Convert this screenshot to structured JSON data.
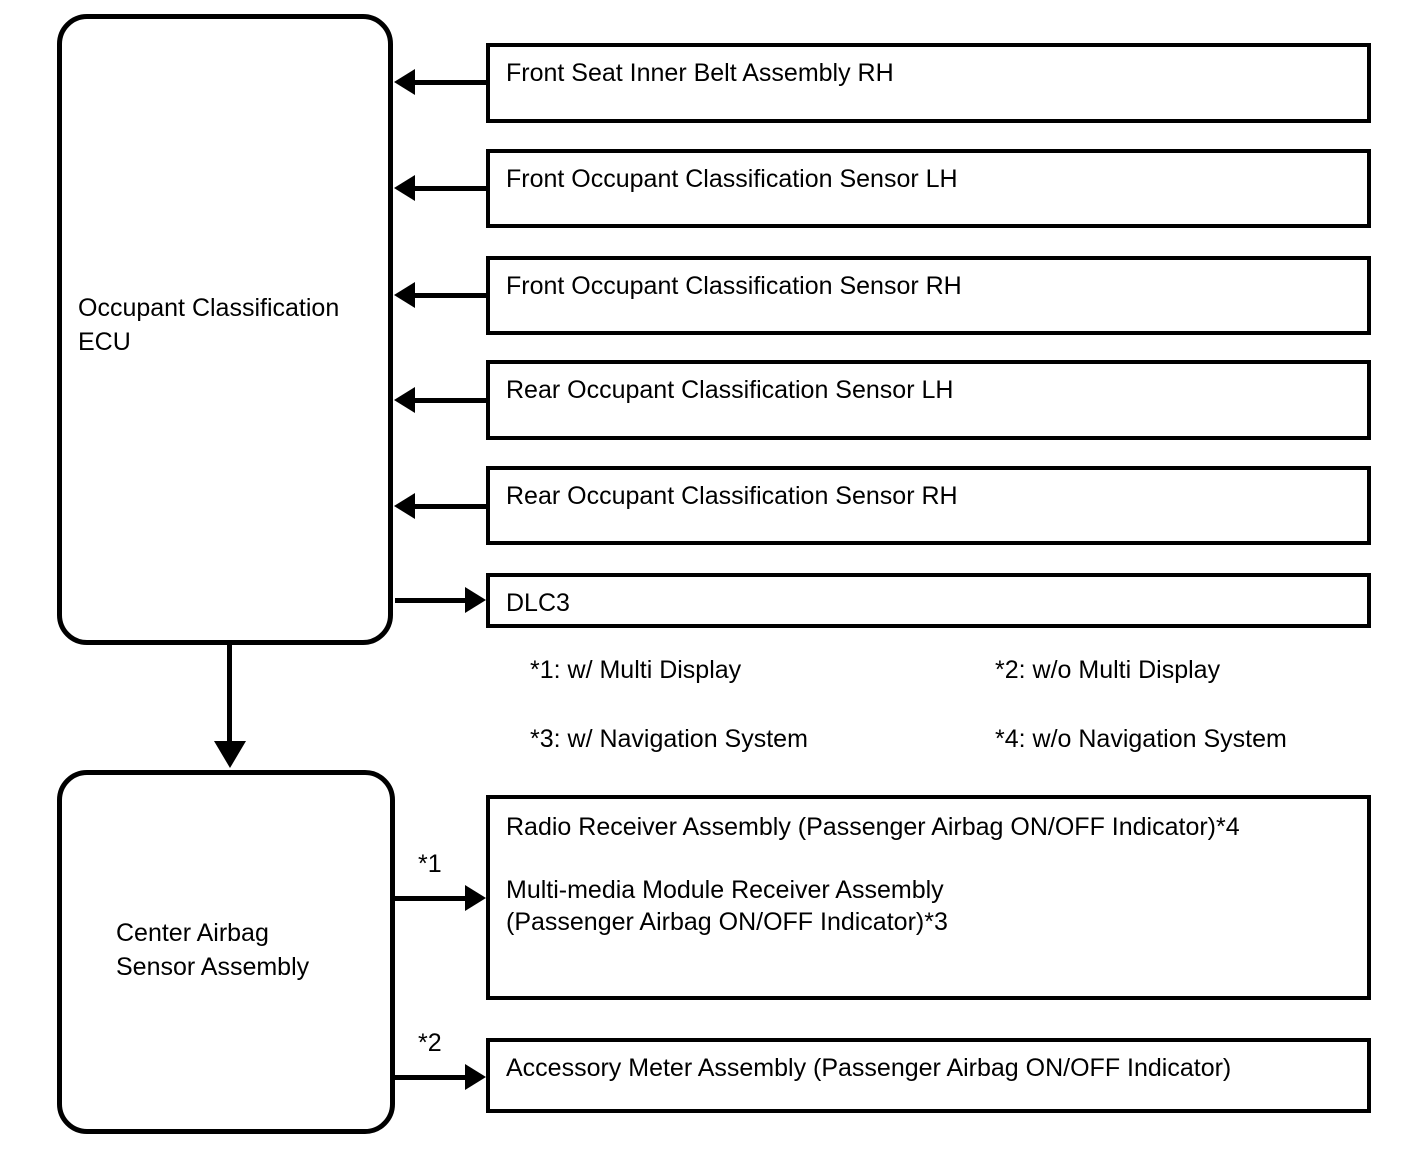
{
  "diagram": {
    "colors": {
      "line": "#000000",
      "background": "#ffffff"
    },
    "ecu": {
      "label": "Occupant Classification\nECU"
    },
    "center_airbag": {
      "label": "Center Airbag\nSensor Assembly"
    },
    "inputs": [
      {
        "label": "Front Seat Inner Belt Assembly RH"
      },
      {
        "label": "Front Occupant Classification Sensor LH"
      },
      {
        "label": "Front Occupant Classification Sensor RH"
      },
      {
        "label": "Rear Occupant Classification Sensor LH"
      },
      {
        "label": "Rear Occupant Classification Sensor RH"
      }
    ],
    "dlc3": {
      "label": "DLC3"
    },
    "notes": [
      {
        "label": "*1: w/ Multi Display"
      },
      {
        "label": "*2: w/o Multi Display"
      },
      {
        "label": "*3: w/ Navigation System"
      },
      {
        "label": "*4: w/o Navigation System"
      }
    ],
    "outputs": {
      "arrow1_label": "*1",
      "arrow2_label": "*2",
      "radio": {
        "line1": "Radio Receiver Assembly (Passenger Airbag ON/OFF Indicator)*4",
        "line2": "Multi-media Module Receiver Assembly",
        "line3": "(Passenger Airbag ON/OFF Indicator)*3"
      },
      "accessory": {
        "label": "Accessory Meter Assembly (Passenger Airbag ON/OFF Indicator)"
      }
    }
  }
}
